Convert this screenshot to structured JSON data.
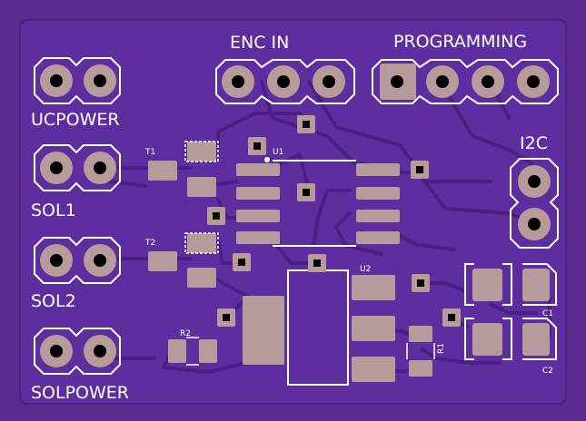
{
  "board": {
    "colors": {
      "substrate": "#5a2a8c",
      "copper_pour": "#5e2ea0",
      "trace": "#4a1f86",
      "pad": "#b79a9a",
      "silk": "#ffffff",
      "hole": "#000000",
      "edge": "#000000"
    },
    "headers": {
      "enc_in": "ENC IN",
      "programming": "PROGRAMMING",
      "i2c": "I2C",
      "ucpower": "UCPOWER",
      "sol1": "SOL1",
      "sol2": "SOL2",
      "solpower": "SOLPOWER"
    },
    "refs": {
      "t1": "T1",
      "t2": "T2",
      "u1": "U1",
      "u2": "U2",
      "r1": "R1",
      "r2": "R2",
      "c1": "C1",
      "c2": "C2"
    }
  }
}
